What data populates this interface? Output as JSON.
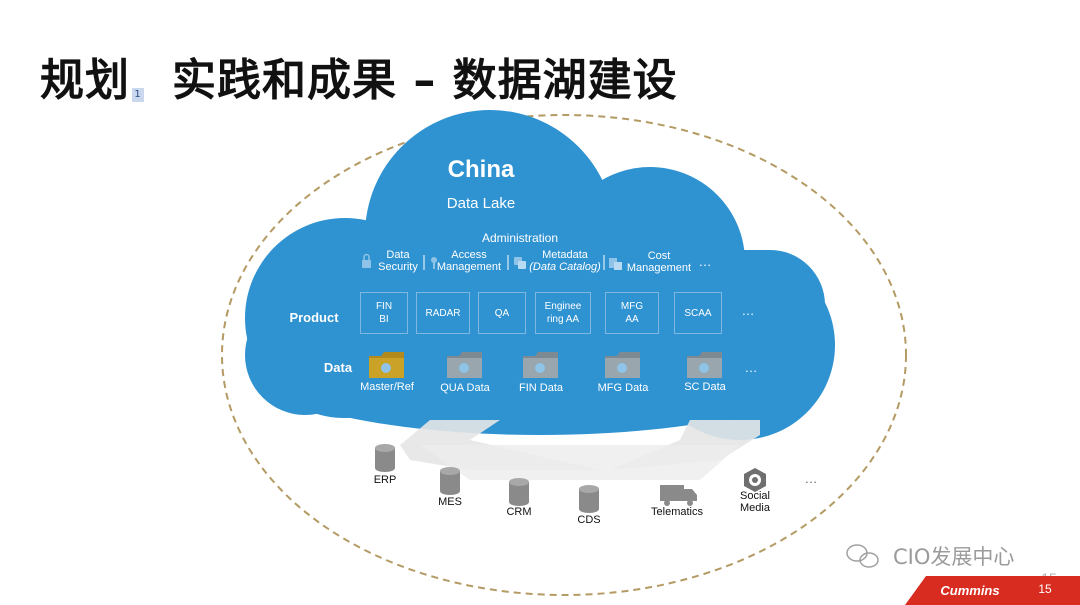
{
  "slide": {
    "title_part1": "规划",
    "footnote_marker": "1",
    "title_part2": "实践和成果 – 数据湖建设",
    "page_number": "15",
    "page_number_top": "15",
    "brand": "Cummins",
    "watermark": "CIO发展中心"
  },
  "cloud": {
    "title": "China",
    "subtitle": "Data Lake",
    "admin_label": "Administration",
    "admin_items": [
      {
        "line1": "Data",
        "line2": "Security",
        "icon": "lock-icon"
      },
      {
        "line1": "Access",
        "line2": "Management",
        "icon": "key-icon"
      },
      {
        "line1": "Metadata",
        "line2": "(Data Catalog)",
        "icon": "tags-icon"
      },
      {
        "line1": "Cost",
        "line2": "Management",
        "icon": "coins-icon"
      }
    ],
    "admin_more": "…",
    "product_label": "Product",
    "products": [
      {
        "line1": "FIN",
        "line2": "BI"
      },
      {
        "line1": "RADAR",
        "line2": ""
      },
      {
        "line1": "QA",
        "line2": ""
      },
      {
        "line1": "Enginee",
        "line2": "ring AA"
      },
      {
        "line1": "MFG",
        "line2": "AA"
      },
      {
        "line1": "SCAA",
        "line2": ""
      }
    ],
    "product_more": "…",
    "data_label": "Data",
    "data_items": [
      "Master/Ref",
      "QUA Data",
      "FIN Data",
      "MFG Data",
      "SC Data"
    ],
    "data_more": "…"
  },
  "sources": {
    "items": [
      "ERP",
      "MES",
      "CRM",
      "CDS",
      "Telematics",
      "Social Media"
    ],
    "social_line1": "Social",
    "social_line2": "Media",
    "more": "…"
  },
  "colors": {
    "cloud_blue": "#2f92d1",
    "folder_gold": "#c9a227",
    "folder_gray": "#9aa6ad",
    "brand_red": "#d82c20",
    "ellipse": "#b49a63"
  }
}
